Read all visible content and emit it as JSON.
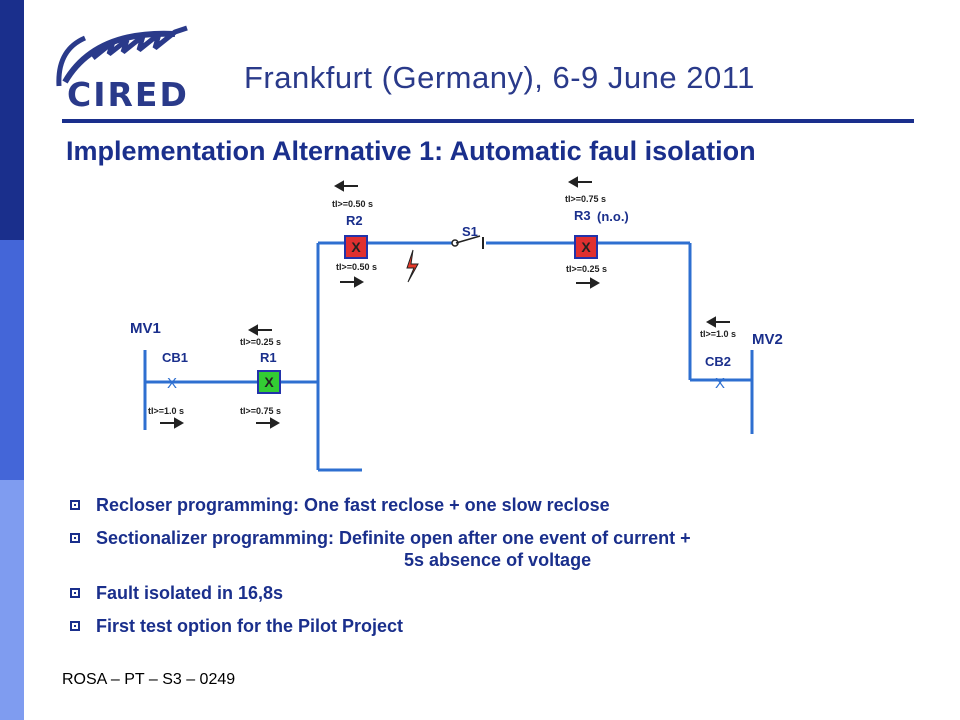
{
  "header": {
    "logo_text": "CIRED",
    "event_title": "Frankfurt (Germany), 6-9 June 2011"
  },
  "slide": {
    "title": "Implementation Alternative 1: Automatic faul isolation"
  },
  "diagram": {
    "labels": {
      "mv1": "MV1",
      "mv2": "MV2",
      "cb1": "CB1",
      "cb2": "CB2",
      "r1": "R1",
      "r2": "R2",
      "r3": "R3",
      "r3_state": "(n.o.)",
      "s1": "S1",
      "cb1_time": "tI>=1.0 s",
      "cb2_time": "tI>=1.0 s",
      "r1_time_top": "tI>=0.25 s",
      "r1_time_bottom": "tI>=0.75 s",
      "r2_time_top": "tI>=0.50 s",
      "r2_time_bottom": "tI>=0.50 s",
      "r3_time_top": "tI>=0.75 s",
      "r3_time_bottom": "tI>=0.25 s",
      "x_mark": "X"
    },
    "colors": {
      "line": "#2e6fd0",
      "closed_recloser": "#33cc33",
      "open_recloser": "#e03030",
      "fault": "#e83a2a"
    }
  },
  "bullets": [
    {
      "text": "Recloser programming: One fast reclose + one slow reclose"
    },
    {
      "text": "Sectionalizer programming: Definite open after one event of current +",
      "continuation": "5s absence of voltage"
    },
    {
      "text": "Fault isolated in 16,8s"
    },
    {
      "text": "First test option for the Pilot Project"
    }
  ],
  "footer": {
    "code": "ROSA – PT – S3 – 0249"
  }
}
